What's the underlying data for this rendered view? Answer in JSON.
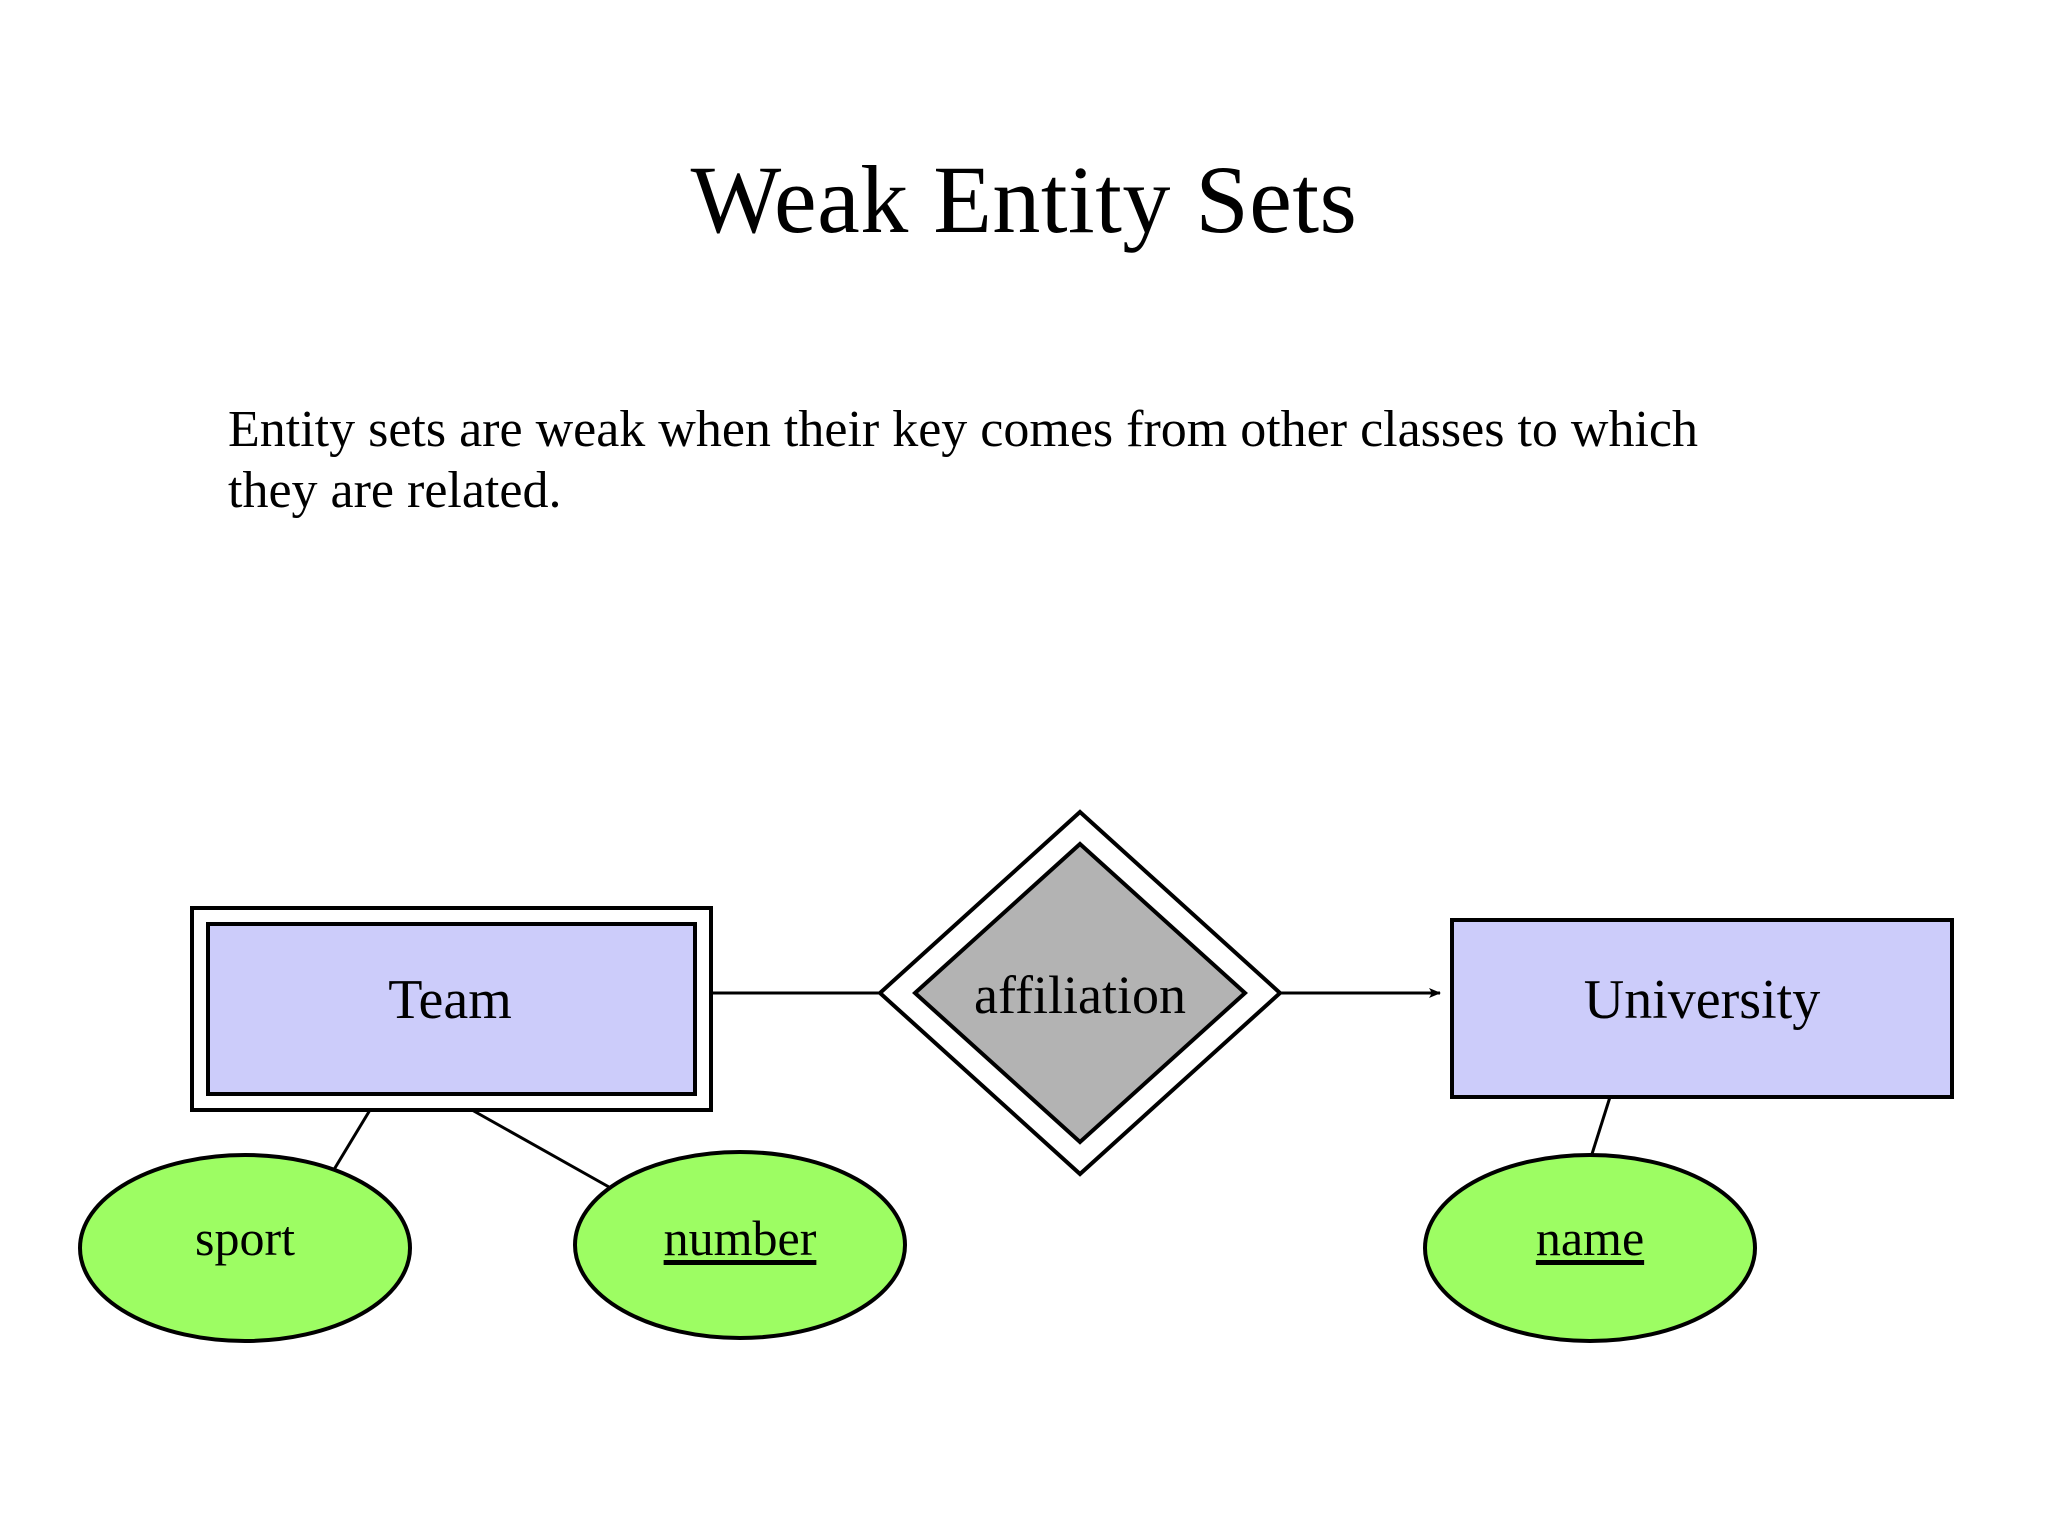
{
  "slide": {
    "title": "Weak Entity Sets",
    "body": "Entity sets are weak when their key comes from other classes to which they are related.",
    "background_color": "#ffffff",
    "text_color": "#000000"
  },
  "palette": {
    "entity_fill": "#ccccfa",
    "relationship_fill": "#b3b3b3",
    "attribute_fill": "#9dfd63",
    "stroke": "#000000"
  },
  "diagram": {
    "type": "er-diagram",
    "entities": [
      {
        "id": "team",
        "label": "Team",
        "shape": "rectangle",
        "weak": true,
        "border": "double",
        "fill": "#ccccfa"
      },
      {
        "id": "university",
        "label": "University",
        "shape": "rectangle",
        "weak": false,
        "border": "single",
        "fill": "#ccccfa"
      }
    ],
    "relationships": [
      {
        "id": "affiliation",
        "label": "affiliation",
        "shape": "diamond",
        "supporting": true,
        "border": "double",
        "fill": "#b3b3b3",
        "from": "team",
        "to": "university",
        "arrow_to": "university"
      }
    ],
    "attributes": [
      {
        "id": "sport",
        "label": "sport",
        "shape": "ellipse",
        "key": false,
        "underlined": false,
        "fill": "#9dfd63",
        "owner": "team"
      },
      {
        "id": "number",
        "label": "number",
        "shape": "ellipse",
        "key": true,
        "underlined": true,
        "fill": "#9dfd63",
        "owner": "team"
      },
      {
        "id": "name",
        "label": "name",
        "shape": "ellipse",
        "key": true,
        "underlined": true,
        "fill": "#9dfd63",
        "owner": "university"
      }
    ],
    "edges": [
      {
        "from": "team",
        "to": "affiliation",
        "arrow": false
      },
      {
        "from": "affiliation",
        "to": "university",
        "arrow": true
      },
      {
        "from": "team",
        "to": "sport",
        "arrow": false
      },
      {
        "from": "team",
        "to": "number",
        "arrow": false
      },
      {
        "from": "university",
        "to": "name",
        "arrow": false
      }
    ]
  }
}
